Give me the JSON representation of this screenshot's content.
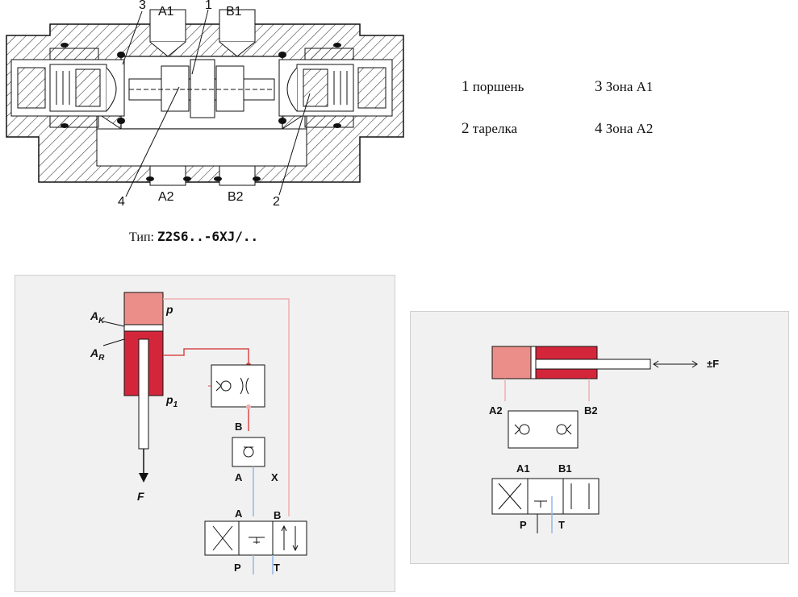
{
  "section_view": {
    "labels": {
      "n3": "3",
      "a1": "A1",
      "n1": "1",
      "b1": "B1",
      "n4": "4",
      "a2": "A2",
      "b2": "B2",
      "n2": "2"
    },
    "type_prefix": "Тип:",
    "type_code": "Z2S6..-6XJ/.."
  },
  "legend": [
    {
      "num": "1",
      "text": "поршень"
    },
    {
      "num": "3",
      "text": "Зона А1"
    },
    {
      "num": "2",
      "text": "тарелка"
    },
    {
      "num": "4",
      "text": "Зона А2"
    }
  ],
  "left_schematic": {
    "ak": "A",
    "ak_sub": "K",
    "ar": "A",
    "ar_sub": "R",
    "p": "p",
    "p1": "p",
    "p1_sub": "1",
    "f": "F",
    "b_check": "B",
    "a_check": "A",
    "x": "X",
    "a_valve": "A",
    "b_valve": "B",
    "p_valve": "P",
    "t_valve": "T"
  },
  "right_schematic": {
    "force": "±F",
    "a2": "A2",
    "b2": "B2",
    "a1": "A1",
    "b1": "B1",
    "p": "P",
    "t": "T"
  },
  "colors": {
    "cylinder_red": "#d4263a",
    "cylinder_pink": "#eb8e8a",
    "line_red": "#d84a4a",
    "line_blue": "#8fb8e8"
  }
}
